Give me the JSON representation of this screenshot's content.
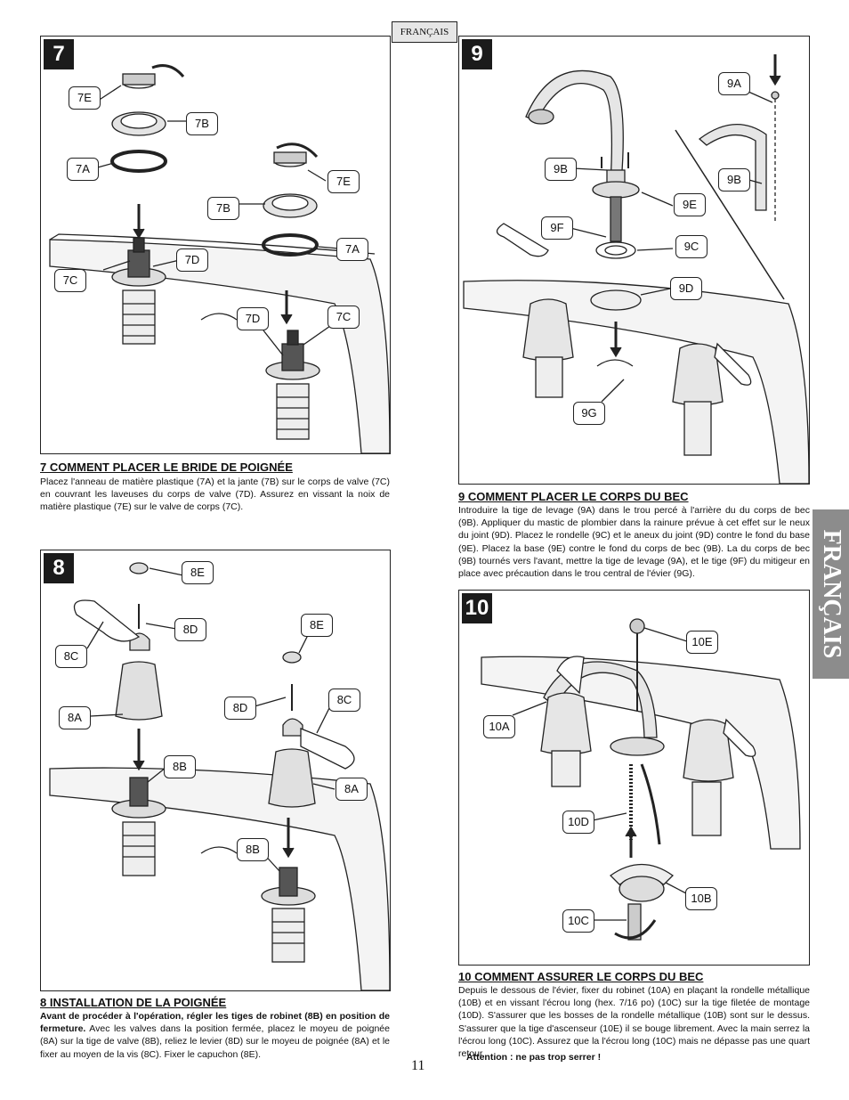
{
  "language_tab": "FRANÇAIS",
  "side_tab": "FRANÇAIS",
  "page_number": "11",
  "step7": {
    "number": "7",
    "title": "7  COMMENT PLACER LE BRIDE DE POIGNÉE",
    "body": "Placez l'anneau de matière plastique (7A) et la jante (7B) sur le corps de valve (7C) en couvrant les laveuses du corps de valve (7D). Assurez en vissant la noix de matière plastique (7E) sur le valve de corps (7C).",
    "labels": {
      "l7e_a": "7E",
      "l7b_a": "7B",
      "l7a_a": "7A",
      "l7d_a": "7D",
      "l7c_a": "7C",
      "l7e_b": "7E",
      "l7b_b": "7B",
      "l7a_b": "7A",
      "l7d_b": "7D",
      "l7c_b": "7C"
    }
  },
  "step8": {
    "number": "8",
    "title": "8  INSTALLATION DE LA POIGNÉE",
    "body_bold": "Avant de procéder à l'opération, régler les tiges de robinet (8B) en position de fermeture.",
    "body": " Avec les valves dans la position fermée, placez le moyeu de poignée (8A) sur la tige de valve (8B), reliez le levier (8D) sur le moyeu de poignée (8A) et le fixer au moyen de la vis (8C).  Fixer le capuchon (8E).",
    "labels": {
      "l8e_a": "8E",
      "l8d_a": "8D",
      "l8c_a": "8C",
      "l8a_a": "8A",
      "l8b_a": "8B",
      "l8e_b": "8E",
      "l8d_b": "8D",
      "l8c_b": "8C",
      "l8a_b": "8A",
      "l8b_b": "8B"
    }
  },
  "step9": {
    "number": "9",
    "title": "9  COMMENT PLACER LE CORPS DU BEC",
    "body": "Introduire la tige de levage (9A) dans le trou percé à l'arrière du du corps de bec (9B). Appliquer du mastic de plombier dans la rainure prévue à cet effet sur le neux du joint (9D). Placez le rondelle (9C) et le aneux du joint (9D) contre le fond du base (9E). Placez la base (9E) contre le fond du corps de bec (9B). La du corps de bec (9B) tournés vers l'avant, mettre la tige de levage (9A), et le tige (9F) du mitigeur en place avec précaution dans le trou central de l'évier (9G).",
    "labels": {
      "l9a": "9A",
      "l9b_a": "9B",
      "l9b_b": "9B",
      "l9e": "9E",
      "l9f": "9F",
      "l9c": "9C",
      "l9d": "9D",
      "l9g": "9G"
    }
  },
  "step10": {
    "number": "10",
    "title": "10  COMMENT ASSURER LE CORPS DU BEC",
    "body": "Depuis le dessous de l'évier, fixer du robinet (10A) en plaçant la rondelle métallique (10B) et en vissant l'écrou long (hex. 7/16 po) (10C) sur la tige filetée de montage (10D). S'assurer que les bosses de la rondelle métallique (10B) sont sur le dessus. S'assurer que la tige d'ascenseur (10E) il se bouge librement. Avec la main serrez la l'écrou long (10C). Assurez que la l'écrou long (10C) mais ne dépasse pas une quart retour.",
    "attention": "Attention : ne pas trop serrer !",
    "labels": {
      "l10e": "10E",
      "l10a": "10A",
      "l10d": "10D",
      "l10b": "10B",
      "l10c": "10C"
    }
  }
}
